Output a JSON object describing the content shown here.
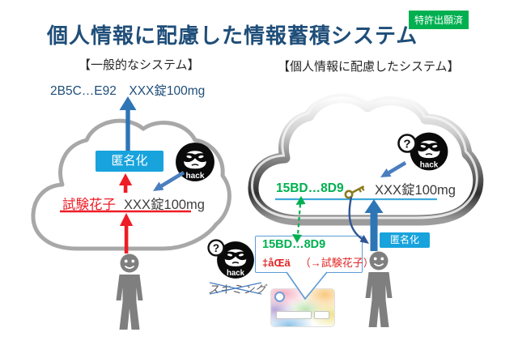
{
  "slide": {
    "title": "個人情報に配慮した情報蓄積システム",
    "patent_badge": "特許出願済"
  },
  "left_system": {
    "heading": "【一般的なシステム】",
    "anonymized_output": "2B5C…E92　XXX錠100mg",
    "anonymize_button": "匿名化",
    "record_name": "試験花子",
    "record_detail": "XXX錠100mg",
    "hacker_label": "hack"
  },
  "right_system": {
    "heading": "【個人情報に配慮したシステム】",
    "stored_id": "15BD…8D9",
    "stored_detail": "XXX錠100mg",
    "anonymize_button": "匿名化",
    "hacker_label": "hack",
    "hacker_confused_mark": "?",
    "decode_box": {
      "id": "15BD…8D9",
      "cipher": "‡åŒä",
      "decoded": "（→試験花子）"
    },
    "skimming_label": "スキミング"
  },
  "icons": {
    "hacker": "masked-hacker-face",
    "question": "question-mark-badge",
    "key": "gold-key",
    "person": "person-silhouette",
    "left_cloud": "gray-outline-cloud",
    "right_cloud": "chrome-metal-cloud",
    "card": "colorful-id-card"
  },
  "colors": {
    "title": "#1f4e79",
    "badge_green": "#00b050",
    "anonymize_blue": "#18a3dc",
    "alert_red": "#ee1c25",
    "id_green": "#00b050",
    "arrow_blue": "#2e75b6",
    "hacker_arrow_blue": "#4a7ebf",
    "cloud_gray": "#a8a8a8",
    "person_gray": "#7f7f7f"
  }
}
